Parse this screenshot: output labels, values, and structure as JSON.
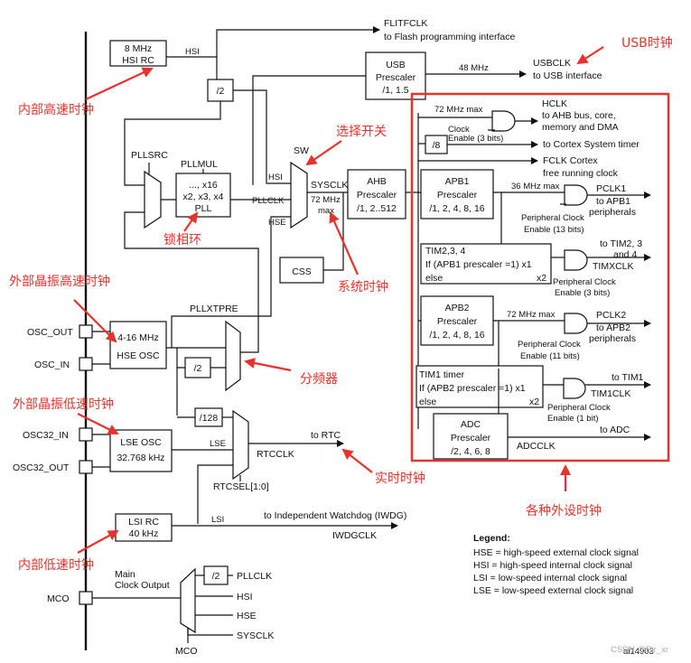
{
  "top": {
    "flitfclk": "FLITFCLK",
    "flitf_desc": "to Flash programming interface",
    "hsi_rc_1": "8 MHz",
    "hsi_rc_2": "HSI RC",
    "hsi": "HSI",
    "div2": "/2",
    "usb_1": "USB",
    "usb_2": "Prescaler",
    "usb_3": "/1, 1.5",
    "usb_freq": "48 MHz",
    "usbclk": "USBCLK",
    "usbclk_desc": "to USB interface"
  },
  "pll": {
    "pllsrc": "PLLSRC",
    "pllmul": "PLLMUL",
    "mul_1": "..., x16",
    "mul_2": "x2, x3, x4",
    "mul_3": "PLL",
    "pllclk": "PLLCLK",
    "hsi": "HSI",
    "hse": "HSE",
    "sw": "SW",
    "sysclk": "SYSCLK",
    "sys_max_1": "72 MHz",
    "sys_max_2": "max",
    "css": "CSS",
    "pllxtpre": "PLLXTPRE",
    "div2": "/2"
  },
  "ahb": {
    "l1": "AHB",
    "l2": "Prescaler",
    "l3": "/1, 2..512",
    "max": "72 MHz max",
    "hclk": "HCLK",
    "hclk_d1": "to AHB bus, core,",
    "hclk_d2": "memory and DMA",
    "clock": "Clock",
    "enable": "Enable (3 bits)",
    "div8": "/8",
    "systimer": "to Cortex System timer",
    "fclk": "FCLK Cortex",
    "fclk_d": "free running clock"
  },
  "apb1": {
    "l1": "APB1",
    "l2": "Prescaler",
    "l3": "/1, 2, 4, 8, 16",
    "max": "36 MHz max",
    "pclk1": "PCLK1",
    "pclk1_d1": "to APB1",
    "pclk1_d2": "peripherals",
    "pe1": "Peripheral Clock",
    "pe2": "Enable (13 bits)",
    "tim_1": "TIM2,3, 4",
    "tim_2": "If (APB1 prescaler =1) x1",
    "tim_3": "else",
    "tim_4": "x2",
    "to_tim_1": "to TIM2, 3",
    "to_tim_2": "and 4",
    "timxclk": "TIMXCLK",
    "pe3": "Peripheral Clock",
    "pe4": "Enable (3 bits)"
  },
  "apb2": {
    "l1": "APB2",
    "l2": "Prescaler",
    "l3": "/1, 2, 4, 8, 16",
    "max": "72 MHz max",
    "pclk2": "PCLK2",
    "pclk2_d1": "to APB2",
    "pclk2_d2": "peripherals",
    "pe1": "Peripheral Clock",
    "pe2": "Enable (11 bits)",
    "tim_1": "TIM1 timer",
    "tim_2": "If (APB2 prescaler =1) x1",
    "tim_3": "else",
    "tim_4": "x2",
    "to_tim1": "to TIM1",
    "tim1clk": "TIM1CLK",
    "pe3": "Peripheral Clock",
    "pe4": "Enable (1 bit)"
  },
  "adc": {
    "l1": "ADC",
    "l2": "Prescaler",
    "l3": "/2, 4, 6, 8",
    "to_adc": "to ADC",
    "adcclk": "ADCCLK"
  },
  "osc": {
    "osc_out": "OSC_OUT",
    "osc_in": "OSC_IN",
    "hse_1": "4-16 MHz",
    "hse_2": "HSE OSC",
    "osc32_in": "OSC32_IN",
    "osc32_out": "OSC32_OUT",
    "lse_1": "LSE OSC",
    "lse_2": "32.768 kHz",
    "div128": "/128",
    "lse": "LSE",
    "to_rtc": "to RTC",
    "rtcclk": "RTCCLK",
    "rtcsel": "RTCSEL[1:0]",
    "lsi_1": "LSI RC",
    "lsi_2": "40 kHz",
    "lsi": "LSI",
    "iwdg_d": "to Independent Watchdog (IWDG)",
    "iwdgclk": "IWDGCLK"
  },
  "mco": {
    "main_1": "Main",
    "main_2": "Clock Output",
    "div2": "/2",
    "pllclk": "PLLCLK",
    "hsi": "HSI",
    "hse": "HSE",
    "sysclk": "SYSCLK",
    "mco": "MCO",
    "mco_sel": "MCO"
  },
  "legend": {
    "title": "Legend:",
    "l1": "HSE = high-speed external clock signal",
    "l2": "HSI = high-speed internal clock signal",
    "l3": "LSI = low-speed internal clock signal",
    "l4": "LSE = low-speed external clock signal"
  },
  "annotations": {
    "usb": "USB时钟",
    "hsi": "内部高速时钟",
    "switch": "选择开关",
    "pll": "锁相环",
    "hse": "外部晶振高速时钟",
    "sysclk": "系统时钟",
    "divider": "分频器",
    "lse": "外部晶振低速时钟",
    "rtc": "实时时钟",
    "lsi": "内部低速时钟",
    "periph": "各种外设时钟"
  },
  "footer": {
    "ref": "ai14903",
    "watermark": "CSDN @Bir_xr"
  },
  "colors": {
    "annotation": "#e8322d",
    "line": "#111111"
  }
}
